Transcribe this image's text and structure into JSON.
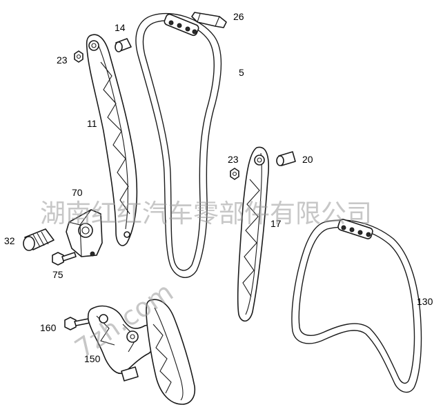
{
  "callouts": {
    "c14": "14",
    "c26": "26",
    "c23a": "23",
    "c5": "5",
    "c11": "11",
    "c23b": "23",
    "c20": "20",
    "c70": "70",
    "c17": "17",
    "c32": "32",
    "c75": "75",
    "c130": "130",
    "c160": "160",
    "c150": "150"
  },
  "watermark": {
    "company": "湖南红红汽车零部件有限公司",
    "url": "7zh.com"
  }
}
